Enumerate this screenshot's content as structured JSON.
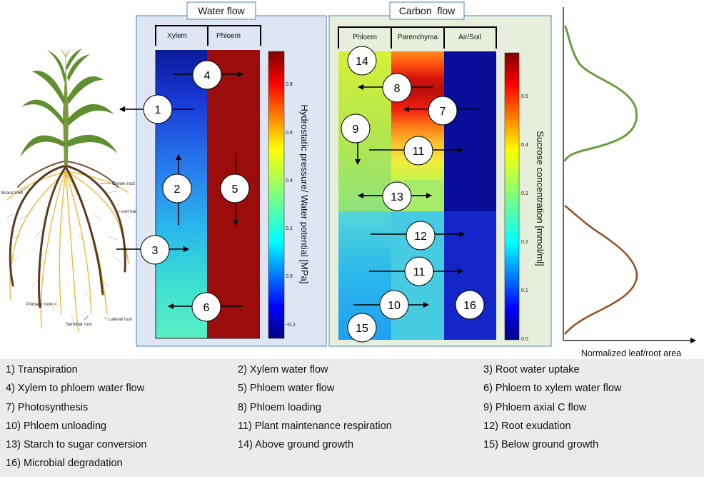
{
  "water_panel": {
    "title": "Water flow",
    "col_xylem": "Xylem",
    "col_phloem": "Phloem",
    "colorbar_label": "Hydrostatic pressure/ Water potential [MPa]",
    "ticks": [
      "0.8",
      "0.6",
      "0.4",
      "0.2",
      "0.0",
      "−0.2"
    ]
  },
  "carbon_panel": {
    "title": "Carbon  flow",
    "col_phloem": "Phloem",
    "col_parenchyma": "Parenchyma",
    "col_airsoil": "Air/Soil",
    "colorbar_label": "Sucrose concentration [mmol/ml]",
    "ticks": [
      "0.5",
      "0.4",
      "0.3",
      "0.2",
      "0.1",
      "0.0"
    ]
  },
  "plant": {
    "brace_root": "Brace root",
    "crown_root": "Crown root",
    "root_hair": "root hair",
    "primary_root": "Primary root",
    "seminal_root": "Seminal root",
    "lateral_root": "Lateral root"
  },
  "markers": {
    "m1": "1",
    "m2": "2",
    "m3": "3",
    "m4": "4",
    "m5": "5",
    "m6": "6",
    "m7": "7",
    "m8": "8",
    "m9": "9",
    "m10": "10",
    "m11a": "11",
    "m11b": "11",
    "m12": "12",
    "m13": "13",
    "m14": "14",
    "m15": "15",
    "m16": "16"
  },
  "area_plot": {
    "xlabel": "Normalized leaf/root area",
    "leaf_color": "#6a9e3c",
    "root_color": "#9b4a1f"
  },
  "legend": {
    "i1": "1) Transpiration",
    "i2": "2) Xylem water flow",
    "i3": "3) Root water uptake",
    "i4": "4) Xylem to phloem water flow",
    "i5": "5) Phloem water flow",
    "i6": "6) Phloem to xylem water flow",
    "i7": "7) Photosynthesis",
    "i8": "8) Phloem loading",
    "i9": "9) Phloem axial C flow",
    "i10": "10) Phloem unloading",
    "i11": "11) Plant maintenance respiration",
    "i12": "12) Root exudation",
    "i13": "13) Starch to sugar conversion",
    "i14": "14) Above ground growth",
    "i15": "15) Below ground growth",
    "i16": "16) Microbial degradation"
  },
  "colors": {
    "water_panel_bg": "#dfe6f3",
    "carbon_panel_bg": "#e7efdc",
    "panel_border": "#4f81bd"
  }
}
